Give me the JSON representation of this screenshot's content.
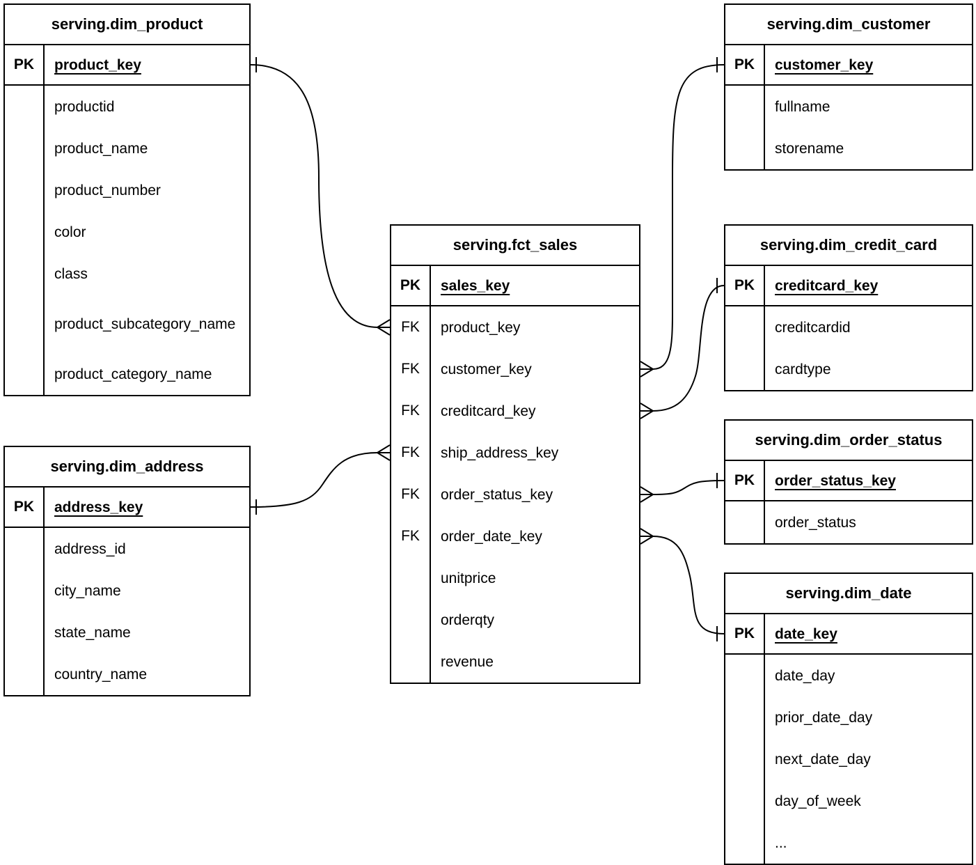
{
  "diagram": {
    "type": "entity-relationship",
    "colors": {
      "line": "#000000",
      "background": "#ffffff",
      "text": "#000000"
    },
    "key_labels": {
      "pk": "PK",
      "fk": "FK"
    },
    "tables": {
      "fct_sales": {
        "title": "serving.fct_sales",
        "pk": "sales_key",
        "fk_fields": [
          "product_key",
          "customer_key",
          "creditcard_key",
          "ship_address_key",
          "order_status_key",
          "order_date_key"
        ],
        "measure_fields": [
          "unitprice",
          "orderqty",
          "revenue"
        ]
      },
      "dim_product": {
        "title": "serving.dim_product",
        "pk": "product_key",
        "fields": [
          "productid",
          "product_name",
          "product_number",
          "color",
          "class",
          "product_subcategory_​name",
          "product_category_name"
        ]
      },
      "dim_customer": {
        "title": "serving.dim_customer",
        "pk": "customer_key",
        "fields": [
          "fullname",
          "storename"
        ]
      },
      "dim_credit_card": {
        "title": "serving.dim_credit_card",
        "pk": "creditcard_key",
        "fields": [
          "creditcardid",
          "cardtype"
        ]
      },
      "dim_order_status": {
        "title": "serving.dim_order_status",
        "pk": "order_status_key",
        "fields": [
          "order_status"
        ]
      },
      "dim_address": {
        "title": "serving.dim_address",
        "pk": "address_key",
        "fields": [
          "address_id",
          "city_name",
          "state_name",
          "country_name"
        ]
      },
      "dim_date": {
        "title": "serving.dim_date",
        "pk": "date_key",
        "fields": [
          "date_day",
          "prior_date_day",
          "next_date_day",
          "day_of_week",
          "..."
        ]
      }
    },
    "relationships": [
      {
        "many": "serving.fct_sales.product_key",
        "one": "serving.dim_product.product_key",
        "cardinality": "many-to-one"
      },
      {
        "many": "serving.fct_sales.customer_key",
        "one": "serving.dim_customer.customer_key",
        "cardinality": "many-to-one"
      },
      {
        "many": "serving.fct_sales.creditcard_key",
        "one": "serving.dim_credit_card.creditcard_key",
        "cardinality": "many-to-one"
      },
      {
        "many": "serving.fct_sales.ship_address_key",
        "one": "serving.dim_address.address_key",
        "cardinality": "many-to-one"
      },
      {
        "many": "serving.fct_sales.order_status_key",
        "one": "serving.dim_order_status.order_status_key",
        "cardinality": "many-to-one"
      },
      {
        "many": "serving.fct_sales.order_date_key",
        "one": "serving.dim_date.date_key",
        "cardinality": "many-to-one"
      }
    ]
  }
}
